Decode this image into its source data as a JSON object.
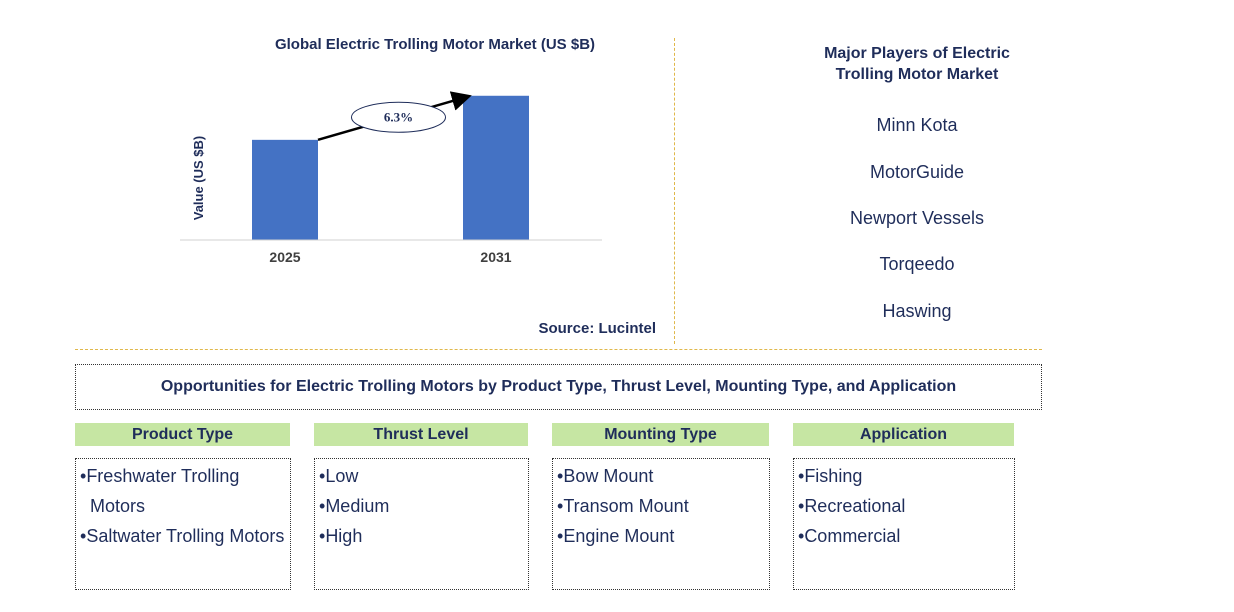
{
  "chart_data": {
    "type": "bar",
    "title": "Global Electric Trolling Motor Market (US $B)",
    "ylabel": "Value (US $B)",
    "xlabel": "",
    "categories": [
      "2025",
      "2031"
    ],
    "values": [
      1.0,
      1.44
    ],
    "growth_annotation": "6.3%",
    "bar_color": "#4472c4",
    "axis_ticks_shown": false,
    "grid": false
  },
  "source": "Source: Lucintel",
  "players": {
    "title": "Major Players of Electric Trolling Motor Market",
    "items": [
      "Minn Kota",
      "MotorGuide",
      "Newport Vessels",
      "Torqeedo",
      "Haswing"
    ]
  },
  "opportunities": {
    "title": "Opportunities for Electric Trolling Motors by Product Type, Thrust Level, Mounting Type, and Application",
    "header_color": "#c6e6a3",
    "segments": [
      {
        "title": "Product Type",
        "items": [
          "Freshwater Trolling Motors",
          "Saltwater Trolling Motors"
        ]
      },
      {
        "title": "Thrust Level",
        "items": [
          "Low",
          "Medium",
          "High"
        ]
      },
      {
        "title": "Mounting Type",
        "items": [
          "Bow Mount",
          "Transom Mount",
          "Engine Mount"
        ]
      },
      {
        "title": "Application",
        "items": [
          "Fishing",
          "Recreational",
          "Commercial"
        ]
      }
    ]
  }
}
